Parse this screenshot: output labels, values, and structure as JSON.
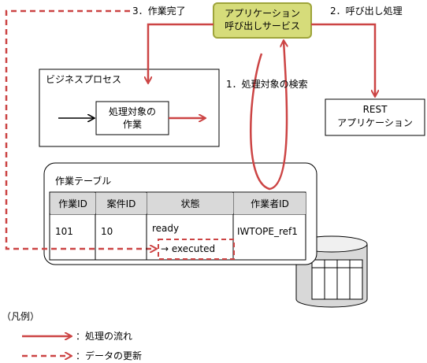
{
  "app_service": {
    "line1": "アプリケーション",
    "line2": "呼び出しサービス"
  },
  "business_process": {
    "title": "ビジネスプロセス",
    "task_line1": "処理対象の",
    "task_line2": "作業"
  },
  "rest_app": {
    "line1": "REST",
    "line2": "アプリケーション"
  },
  "steps": {
    "step1": "1．処理対象の検索",
    "step2": "2．呼び出し処理",
    "step3": "3．作業完了"
  },
  "work_table": {
    "title": "作業テーブル",
    "columns": [
      "作業ID",
      "案件ID",
      "状態",
      "作業者ID"
    ],
    "row": {
      "work_id": "101",
      "case_id": "10",
      "status_before": "ready",
      "status_after": "→ executed",
      "worker_id": "IWTOPE_ref1"
    }
  },
  "legend": {
    "title": "（凡例）",
    "process_flow": "：処理の流れ",
    "data_update": "：データの更新"
  },
  "colors": {
    "accent_red": "#cc4444",
    "service_fill": "#d6dc7a",
    "service_border": "#9ea43a",
    "header_gray": "#d9d9d9"
  }
}
